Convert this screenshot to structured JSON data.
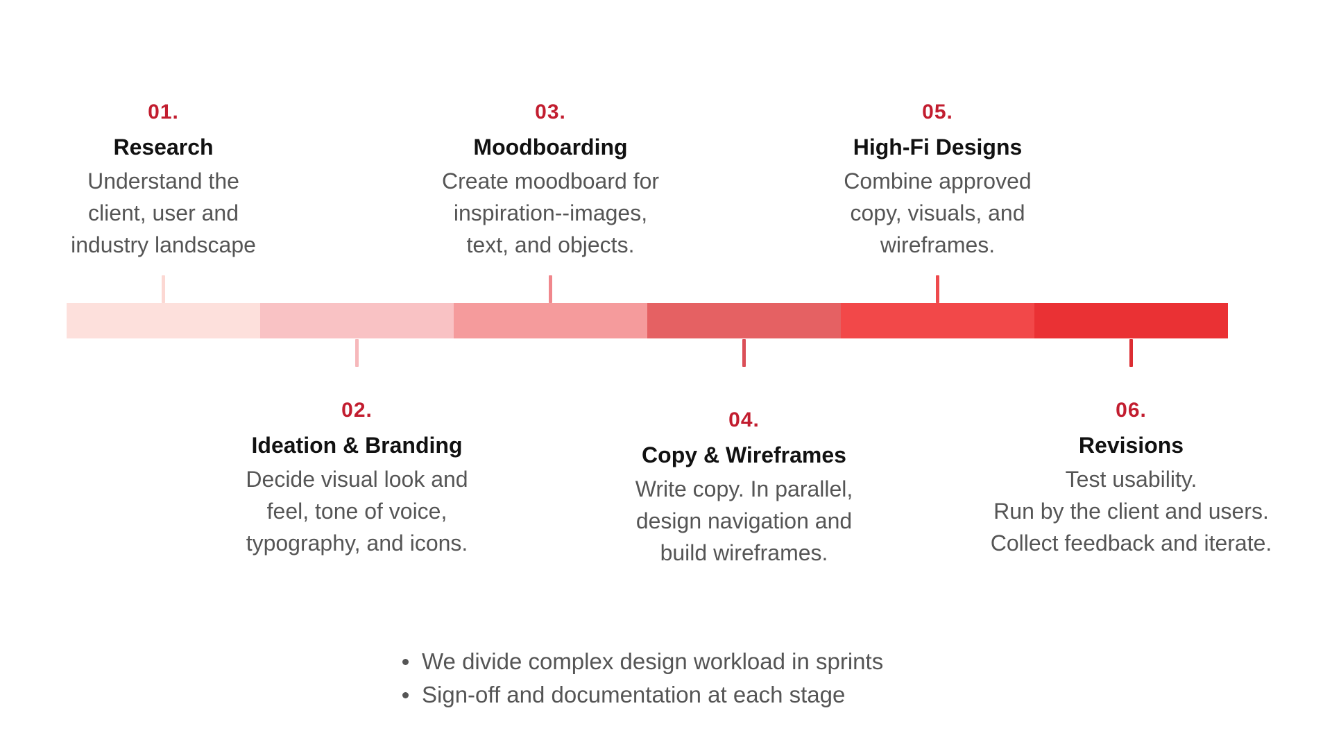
{
  "colors": {
    "number_red": "#c21d2f",
    "segments": [
      "#fde0dc",
      "#f9c2c4",
      "#f59b9c",
      "#e56163",
      "#f24849",
      "#ea3134"
    ],
    "ticks": [
      "#fcd8d3",
      "#f6b8bb",
      "#f0878c",
      "#db4f58",
      "#ee4a4d",
      "#dc2d32"
    ]
  },
  "steps": [
    {
      "number": "01.",
      "title": "Research",
      "desc": [
        "Understand the",
        "client, user and",
        "industry landscape"
      ],
      "position": "above"
    },
    {
      "number": "02.",
      "title": "Ideation & Branding",
      "desc": [
        "Decide visual look and",
        "feel, tone of voice,",
        "typography, and icons."
      ],
      "position": "below"
    },
    {
      "number": "03.",
      "title": "Moodboarding",
      "desc": [
        "Create moodboard for",
        "inspiration--images,",
        "text, and objects."
      ],
      "position": "above"
    },
    {
      "number": "04.",
      "title": "Copy & Wireframes",
      "desc": [
        "Write copy. In parallel,",
        "design navigation and",
        "build wireframes."
      ],
      "position": "below"
    },
    {
      "number": "05.",
      "title": "High-Fi Designs",
      "desc": [
        "Combine approved",
        "copy, visuals, and",
        "wireframes."
      ],
      "position": "above"
    },
    {
      "number": "06.",
      "title": "Revisions",
      "desc": [
        "Test usability.",
        "Run by the client and users.",
        "Collect feedback and iterate."
      ],
      "position": "below"
    }
  ],
  "bullets": [
    "We divide complex design workload in sprints",
    "Sign-off and documentation at each stage"
  ]
}
